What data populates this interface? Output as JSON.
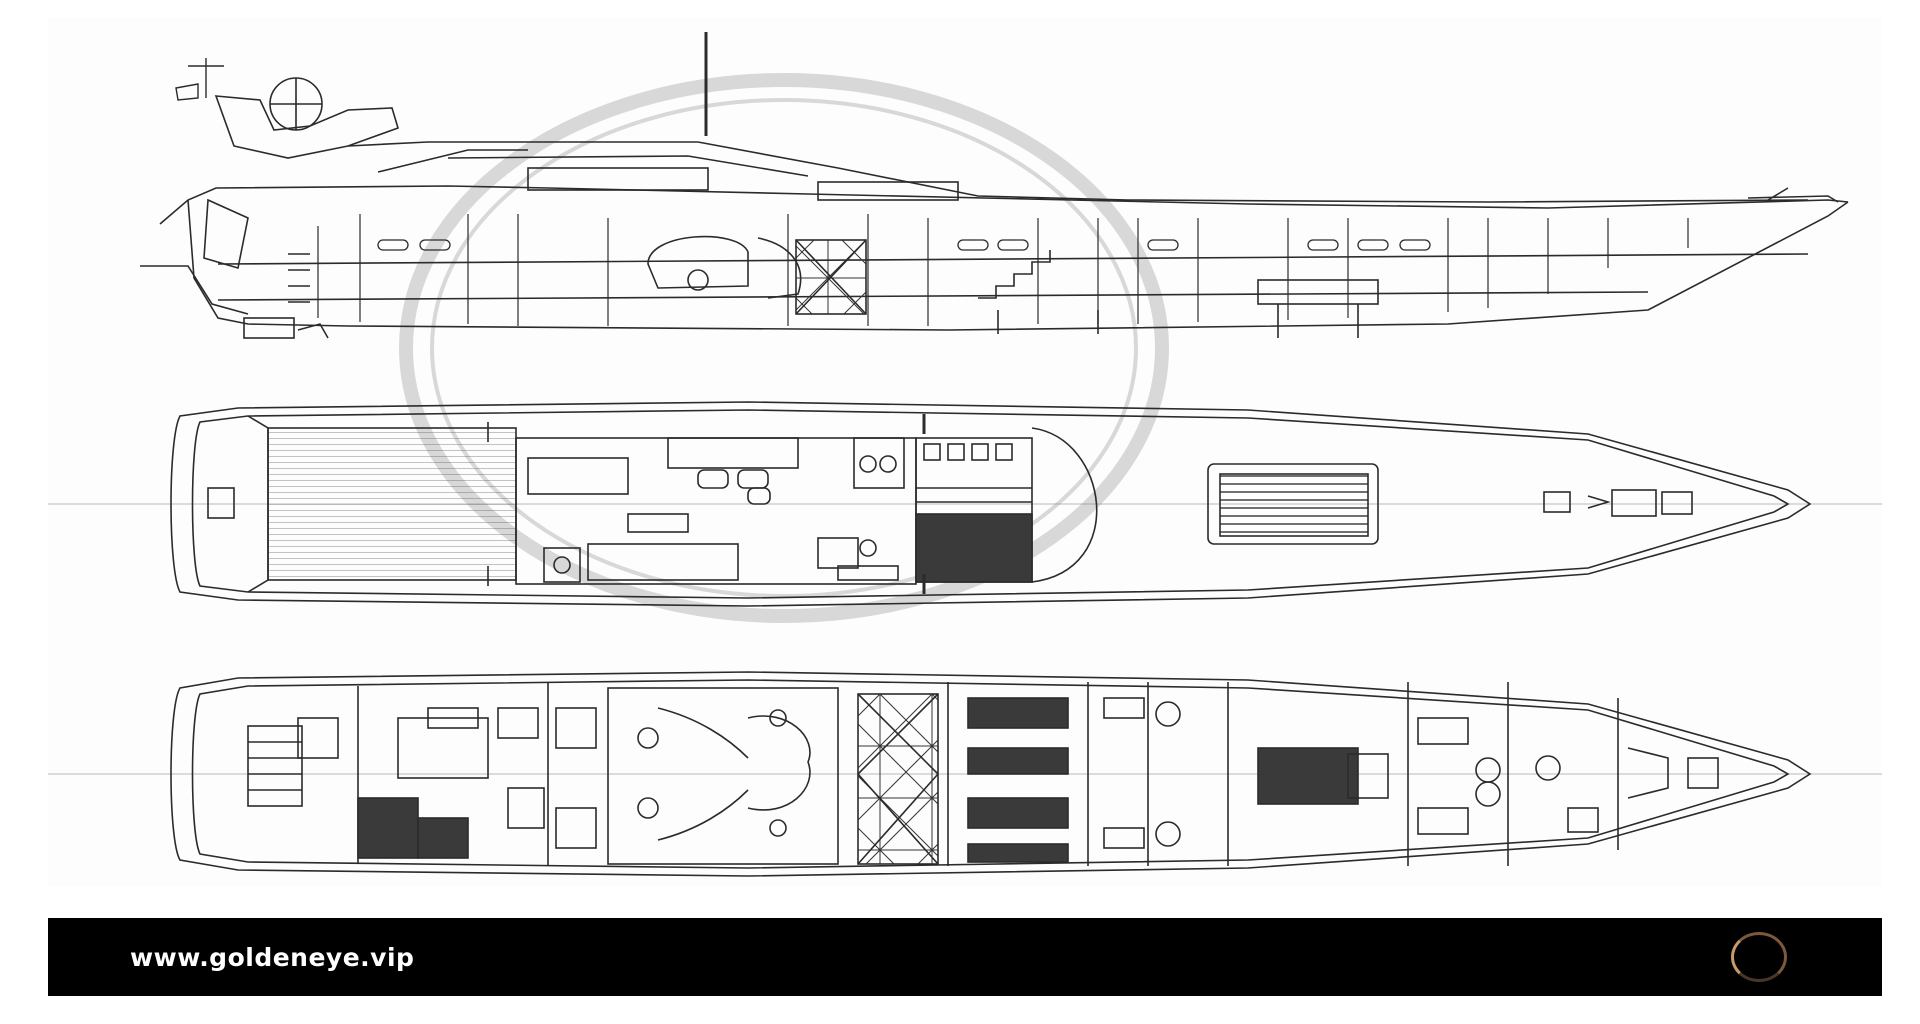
{
  "colors": {
    "line": "#2b2b2b",
    "fill_dark": "#3a3a3a",
    "watermark": "#d9d9d9",
    "footer_bg": "#000000",
    "footer_text": "#ffffff",
    "logo_ring": "#9a7252"
  },
  "footer": {
    "url": "www.goldeneye.vip",
    "logo_icon": "ring-logo-icon"
  },
  "drawings": {
    "profile": {
      "view": "side-profile"
    },
    "deck_plan": {
      "view": "sun-deck-plan"
    },
    "cabin_plan": {
      "view": "lower-deck-plan"
    }
  }
}
